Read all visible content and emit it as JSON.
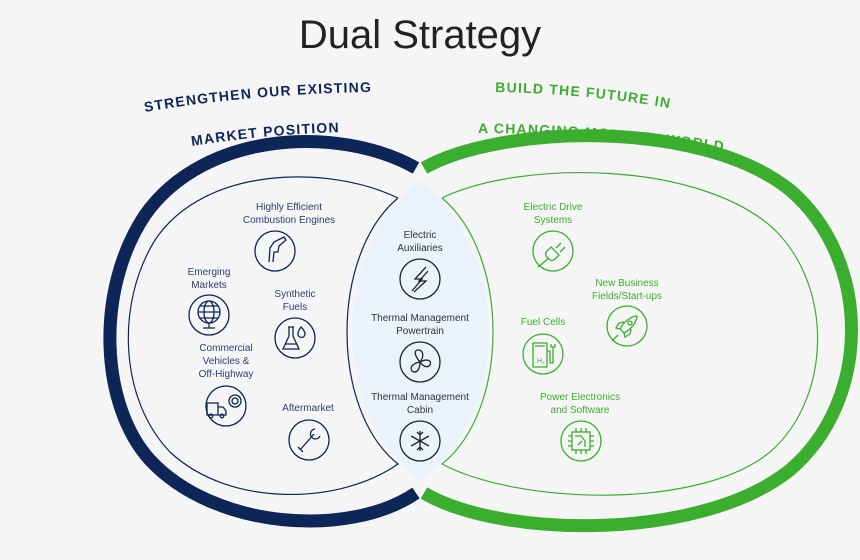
{
  "title": "Dual Strategy",
  "colors": {
    "navy": "#0d2557",
    "green": "#3cae2f",
    "lens": "#eaf2fb",
    "background": "#f5f5f5"
  },
  "left": {
    "heading": [
      "STRENGTHEN OUR EXISTING",
      "MARKET POSITION"
    ],
    "items": [
      {
        "label": [
          "Highly Efficient",
          "Combustion Engines"
        ],
        "icon": "fuel-nozzle-icon"
      },
      {
        "label": [
          "Emerging",
          "Markets"
        ],
        "icon": "globe-icon"
      },
      {
        "label": [
          "Synthetic",
          "Fuels"
        ],
        "icon": "flask-drop-icon"
      },
      {
        "label": [
          "Commercial",
          "Vehicles &",
          "Off-Highway"
        ],
        "icon": "truck-icon"
      },
      {
        "label": [
          "Aftermarket"
        ],
        "icon": "wrench-icon"
      }
    ]
  },
  "center": {
    "items": [
      {
        "label": [
          "Electric",
          "Auxiliaries"
        ],
        "icon": "lightning-icon"
      },
      {
        "label": [
          "Thermal Management",
          "Powertrain"
        ],
        "icon": "fan-icon"
      },
      {
        "label": [
          "Thermal Management",
          "Cabin"
        ],
        "icon": "snowflake-icon"
      }
    ]
  },
  "right": {
    "heading": [
      "BUILD THE FUTURE IN",
      "A CHANGING MOBILITY WORLD"
    ],
    "items": [
      {
        "label": [
          "Electric Drive",
          "Systems"
        ],
        "icon": "plug-icon"
      },
      {
        "label": [
          "New Business",
          "Fields/Start-ups"
        ],
        "icon": "rocket-icon"
      },
      {
        "label": [
          "Fuel Cells"
        ],
        "icon": "hydrogen-pump-icon"
      },
      {
        "label": [
          "Power Electronics",
          "and Software"
        ],
        "icon": "chip-icon"
      }
    ]
  }
}
